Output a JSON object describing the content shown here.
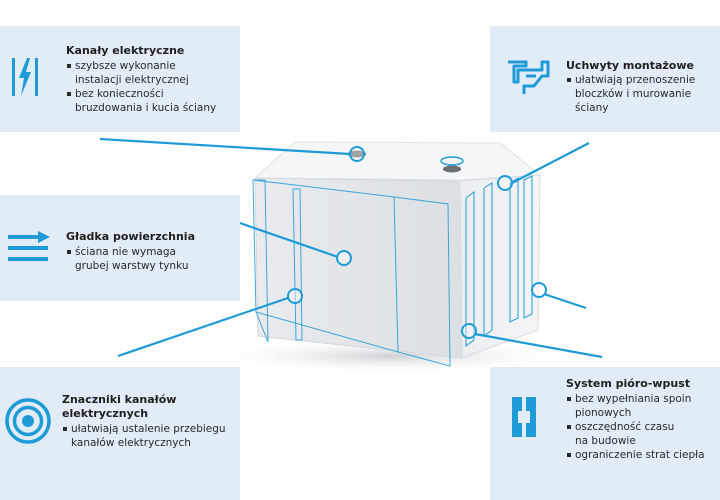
{
  "accent_color": "#1e9bd7",
  "panel_color": "#e1ecf6",
  "features": {
    "electrical_channels": {
      "title": "Kanały elektryczne",
      "icon": "lightning-channel-icon",
      "bullets": [
        "szybsze wykonanie\ninstalacji elektrycznej",
        "bez konieczności\nbruzdowania i kucia ściany"
      ]
    },
    "mounting_handles": {
      "title": "Uchwyty montażowe",
      "icon": "hand-grip-icon",
      "bullets": [
        "ułatwiają przenoszenie\nbloczków i murowanie ściany"
      ]
    },
    "smooth_surface": {
      "title": "Gładka powierzchnia",
      "icon": "smooth-surface-arrow-icon",
      "bullets": [
        "ściana nie wymaga\ngrubej warstwy tynku"
      ]
    },
    "channel_markers": {
      "title": "Znaczniki kanałów\nelektrycznych",
      "icon": "concentric-circles-icon",
      "bullets": [
        "ułatwiają ustalenie przebiegu\nkanałów elektrycznych"
      ]
    },
    "tongue_groove": {
      "title": "System pióro-wpust",
      "icon": "tongue-groove-icon",
      "bullets": [
        "bez wypełniania spoin\npionowych",
        "oszczędność czasu\nna budowie",
        "ograniczenie strat ciepła"
      ]
    }
  }
}
